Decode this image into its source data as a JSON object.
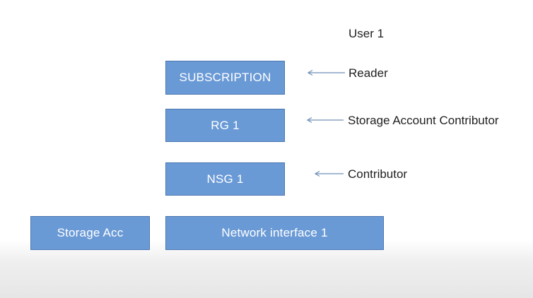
{
  "user_label": "User 1",
  "boxes": {
    "subscription": "SUBSCRIPTION",
    "rg": "RG 1",
    "nsg": "NSG 1",
    "storage_acc": "Storage Acc",
    "network_interface": "Network interface 1"
  },
  "roles": {
    "reader": "Reader",
    "storage_contributor": "Storage Account Contributor",
    "contributor": "Contributor"
  },
  "colors": {
    "box_fill": "#6a9ad6",
    "box_border": "#4a76b0",
    "arrow": "#6f8fb8"
  }
}
